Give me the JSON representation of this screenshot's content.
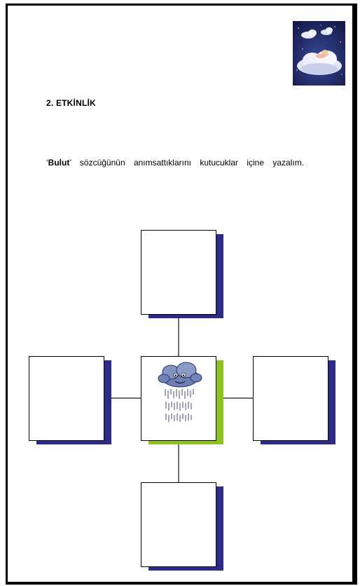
{
  "activity": {
    "title": "2. ETKİNLİK",
    "instruction": {
      "open_quote": "‘",
      "keyword": "Bulut",
      "close_quote": "’",
      "rest": " sözcüğünün anımsattıklarını kutucuklar içine yazalım."
    }
  },
  "boxes": [
    {
      "id": "top",
      "content": ""
    },
    {
      "id": "left",
      "content": ""
    },
    {
      "id": "center",
      "content": "rain-cloud-illustration"
    },
    {
      "id": "right",
      "content": ""
    },
    {
      "id": "bottom",
      "content": ""
    }
  ],
  "colors": {
    "shadow_outer": "#2e2b87",
    "shadow_center": "#8dc21f",
    "connector": "#6f6f6f",
    "night_sky": "#1e2a66"
  },
  "icons": {
    "corner_picture": "night-sky-cloud-icon",
    "center_picture": "rain-cloud-icon"
  }
}
